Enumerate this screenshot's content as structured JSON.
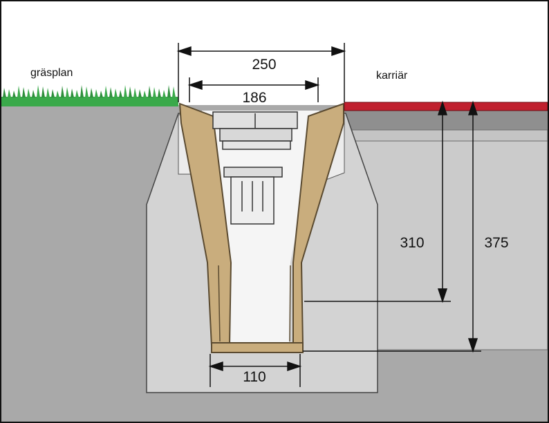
{
  "labels": {
    "left_surface": "gräsplan",
    "right_surface": "karriär"
  },
  "dimensions": {
    "outer_width": "250",
    "inner_width": "186",
    "bottom_width": "110",
    "depth_inner": "310",
    "depth_outer": "375"
  },
  "colors": {
    "soil": "#a9a9a9",
    "trench": "#d3d3d3",
    "concrete": "#ececec",
    "channel": "#c9ad7d",
    "channel_stroke": "#5a4a30",
    "grass": "#3aa94a",
    "track": "#c0202e",
    "frame": "#111111"
  }
}
